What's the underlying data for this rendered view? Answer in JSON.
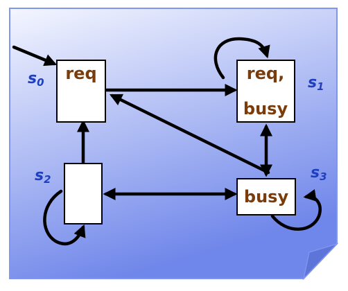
{
  "diagram": {
    "states": [
      {
        "id": "s0",
        "label_base": "s",
        "label_sub": "0",
        "lines": [
          "req"
        ]
      },
      {
        "id": "s1",
        "label_base": "s",
        "label_sub": "1",
        "lines": [
          "req,",
          "busy"
        ]
      },
      {
        "id": "s2",
        "label_base": "s",
        "label_sub": "2",
        "lines": []
      },
      {
        "id": "s3",
        "label_base": "s",
        "label_sub": "3",
        "lines": [
          "busy"
        ]
      }
    ],
    "transitions": [
      {
        "from": "initial",
        "to": "s0"
      },
      {
        "from": "s0",
        "to": "s1"
      },
      {
        "from": "s1",
        "to": "s1"
      },
      {
        "from": "s1",
        "to": "s3"
      },
      {
        "from": "s3",
        "to": "s1"
      },
      {
        "from": "s3",
        "to": "s0"
      },
      {
        "from": "s2",
        "to": "s0"
      },
      {
        "from": "s2",
        "to": "s3"
      },
      {
        "from": "s3",
        "to": "s2"
      },
      {
        "from": "s2",
        "to": "s2"
      },
      {
        "from": "s3",
        "to": "s3"
      }
    ],
    "colors": {
      "panel_top": "#f4f6ff",
      "panel_bottom": "#6f86ea",
      "panel_border": "#7f95ee",
      "state_text": "#7a3c0a",
      "state_id": "#1f3fbf",
      "edge": "#000000"
    }
  }
}
